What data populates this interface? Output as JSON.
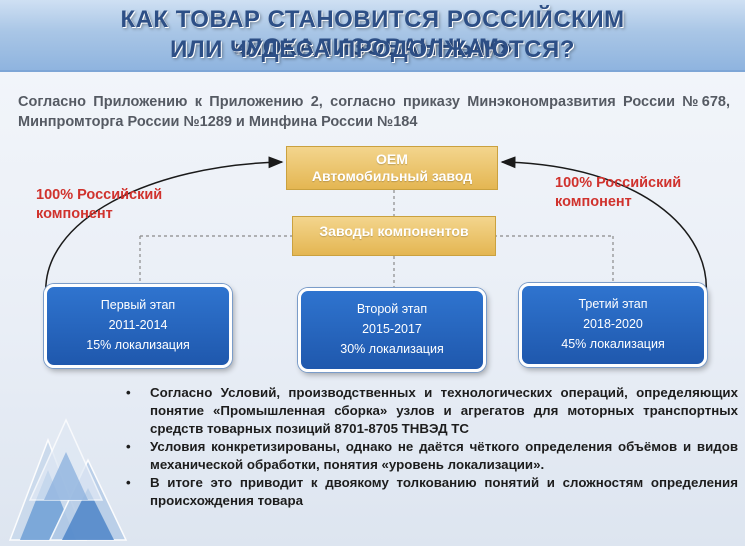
{
  "title": {
    "line1": "КАК ТОВАР СТАНОВИТСЯ РОССИЙСКИМ «ЛОКАЛИЗОВАННЫМ»",
    "line2": "ИЛИ ЧУДЕСА ПРОДОЛЖАЮТСЯ?"
  },
  "intro": "Согласно Приложению к Приложению 2, согласно приказу Минэкономразвития России №678, Минпромторга России №1289 и Минфина России №184",
  "oem_box": {
    "line1": "OEM",
    "line2": "Автомобильный завод"
  },
  "components_box": "Заводы компонентов",
  "side_labels": {
    "left": {
      "line1": "100% Российский",
      "line2": "компонент"
    },
    "right": {
      "line1": "100% Российский",
      "line2": "компонент"
    }
  },
  "stages": [
    {
      "name": "Первый этап",
      "years": "2011-2014",
      "localization": "15% локализация"
    },
    {
      "name": "Второй этап",
      "years": "2015-2017",
      "localization": "30% локализация"
    },
    {
      "name": "Третий этап",
      "years": "2018-2020",
      "localization": "45% локализация"
    }
  ],
  "bullets": [
    "Согласно Условий, производственных и технологических операций, определяющих понятие «Промышленная сборка» узлов и агрегатов для моторных транспортных средств товарных позиций 8701-8705 ТНВЭД ТС",
    "Условия конкретизированы, однако не даётся чёткого определения объёмов и видов механической обработки, понятия «уровень локализации».",
    "В итоге это приводит к двоякому толкованию понятий и сложностям определения происхождения товара"
  ],
  "bullet_symbol": "•",
  "colors": {
    "title_text": "#2d4f86",
    "title_band": "#a9c6e6",
    "gold_box": "#e4b652",
    "stage_box": "#2466bd",
    "red_label": "#d0322d",
    "body_text": "#1d1d1d"
  },
  "decoration": "triangles-graphic"
}
